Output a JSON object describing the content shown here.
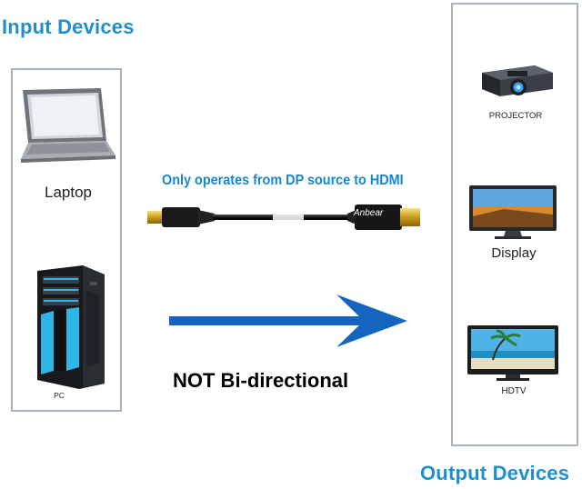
{
  "headings": {
    "input": "Input Devices",
    "output": "Output Devices"
  },
  "input_devices": [
    {
      "label": "Laptop",
      "icon": "laptop-icon"
    },
    {
      "label": "PC",
      "icon": "pc-tower-icon"
    }
  ],
  "output_devices": [
    {
      "label": "PROJECTOR",
      "icon": "projector-icon"
    },
    {
      "label": "Display",
      "icon": "monitor-icon"
    },
    {
      "label": "HDTV",
      "icon": "hdtv-icon"
    }
  ],
  "cable": {
    "caption": "Only operates from DP source to HDMI",
    "brand": "Anbear",
    "icon": "dp-to-hdmi-cable-icon"
  },
  "direction_note": "NOT Bi-directional",
  "colors": {
    "heading_blue": "#1f8fd0",
    "arrow_blue": "#1565c0",
    "box_border": "#aab4bd"
  }
}
